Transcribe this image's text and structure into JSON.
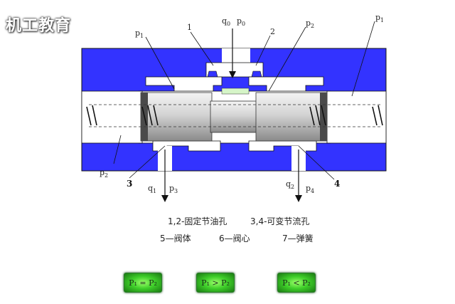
{
  "watermark": "机工教育",
  "labels": {
    "q0": "q",
    "q0_sub": "0",
    "p0": "p",
    "p0_sub": "0",
    "n1": "1",
    "n2": "2",
    "p1_left": "p",
    "p1_left_sub": "1",
    "p1_right": "p",
    "p1_right_sub": "1",
    "p2_top": "p",
    "p2_top_sub": "2",
    "p2_left": "p",
    "p2_left_sub": "2",
    "n3": "3",
    "n4": "4",
    "q1": "q",
    "q1_sub": "1",
    "p3": "p",
    "p3_sub": "3",
    "q2": "q",
    "q2_sub": "2",
    "p4": "p",
    "p4_sub": "4"
  },
  "legend": {
    "line1_a": "1,2-固定节油孔",
    "line1_b": "3,4-可变节流孔",
    "line2_a": "5—阀体",
    "line2_b": "6—阀心",
    "line2_c": "7—弹簧"
  },
  "buttons": [
    {
      "label": "P₁ = P₂"
    },
    {
      "label": "P₁ > P₂"
    },
    {
      "label": "P₁ < P₂"
    }
  ],
  "colors": {
    "body": "#3333ff",
    "spool": "#c8c8c8",
    "button_glow": "#3fcf2a"
  }
}
